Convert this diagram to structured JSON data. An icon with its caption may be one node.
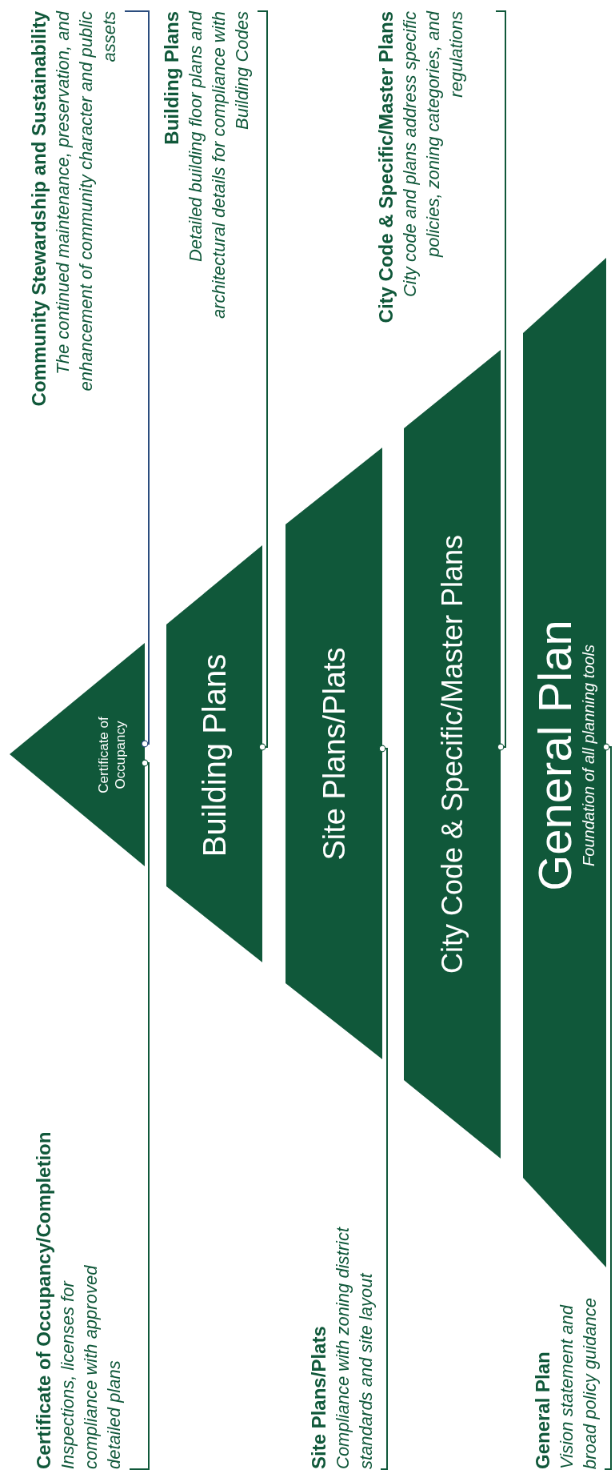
{
  "diagram": {
    "nodes": [
      {
        "text": [
          "Certificate of Occupancy"
        ]
      },
      {
        "text": [
          "Building Plans"
        ]
      },
      {
        "text": [
          "Site Plans/Plats"
        ]
      },
      {
        "text": [
          "City Code & Specific/Master Plans"
        ]
      },
      {
        "text": [
          "General Plan",
          "Foundation of all planning tools"
        ]
      },
      {
        "text": [
          "Community Stewardship and Sustainability",
          "The continued maintenance, preservation, and enhancement of community character and public assets"
        ]
      },
      {
        "text": [
          "Building Plans",
          "Detailed building floor plans and architectural details for compliance with Building Codes"
        ]
      },
      {
        "text": [
          "City Code & Specific/Master Plans",
          "City code and plans address specific policies, zoning categories, and regulations"
        ]
      },
      {
        "text": [
          "Certificate of Occupancy/Completion",
          "Inspections, licenses for compliance with approved detailed plans"
        ]
      },
      {
        "text": [
          "Site Plans/Plats",
          "Compliance with zoning district standards and site layout"
        ]
      },
      {
        "text": [
          "General Plan",
          "Vision statement and broad policy guidance"
        ]
      }
    ],
    "edges": [
      {
        "from": 5,
        "to": 0,
        "arrow": "other",
        "color": "#2b4d7e"
      },
      {
        "from": 8,
        "to": 0,
        "arrow": "other"
      },
      {
        "from": 6,
        "to": 1,
        "arrow": "other"
      },
      {
        "from": 9,
        "to": 2,
        "arrow": "other"
      },
      {
        "from": 7,
        "to": 3,
        "arrow": "other"
      },
      {
        "from": 10,
        "to": 4,
        "arrow": "other"
      }
    ]
  }
}
